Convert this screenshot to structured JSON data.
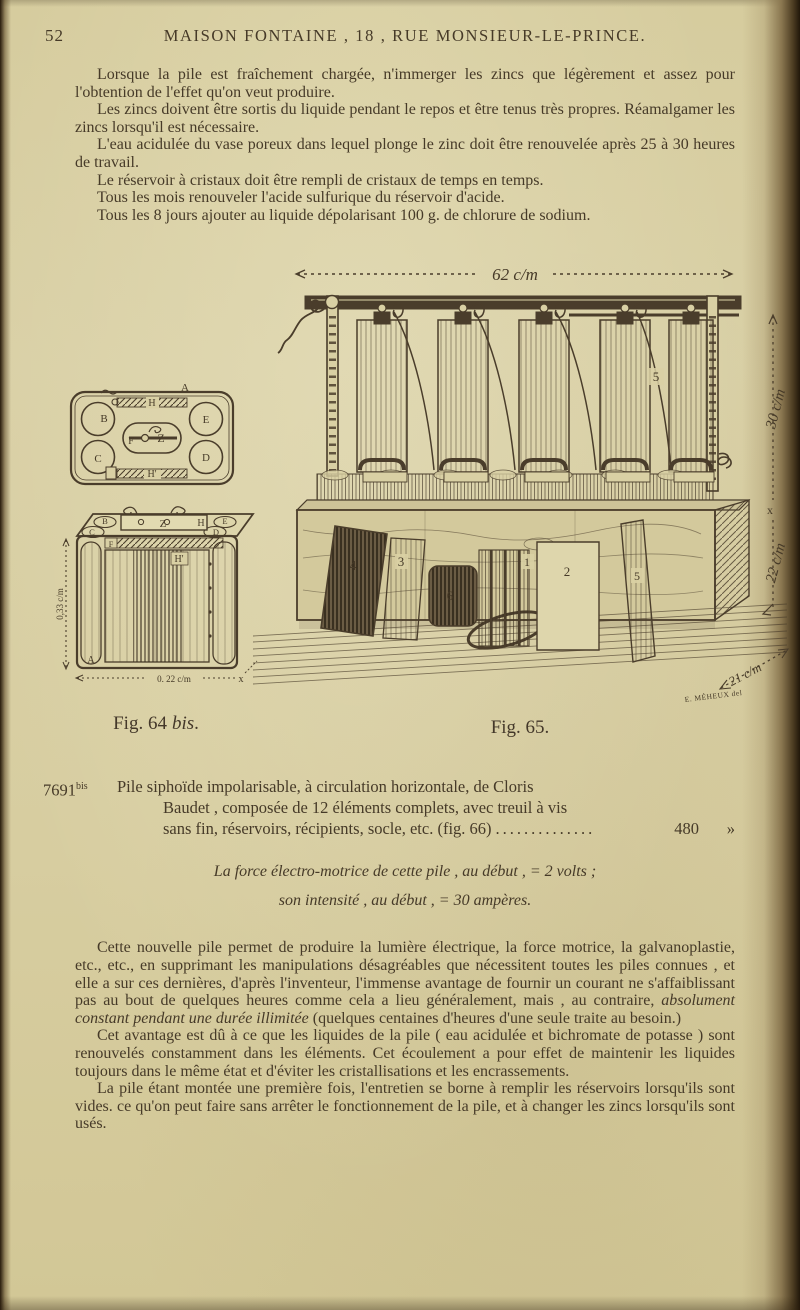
{
  "palette": {
    "paper": "#d9d0a4",
    "ink": "#463a28"
  },
  "header": {
    "page_number": "52",
    "title": "MAISON FONTAINE ,  18 ,  RUE MONSIEUR-LE-PRINCE."
  },
  "intro_paragraphs": [
    "Lorsque la pile est fraîchement chargée, n'immerger les zincs que légèrement et assez pour l'obtention de l'effet qu'on veut produire.",
    "Les zincs doivent être sortis du liquide pendant le repos et être tenus très propres. Réamalgamer les zincs lorsqu'il est nécessaire.",
    "L'eau acidulée du vase poreux dans lequel plonge le zinc doit être renouvelée après 25 à 30 heures de travail.",
    "Le réservoir à cristaux doit être rempli de cristaux de temps en temps.",
    "Tous les mois renouveler l'acide sulfurique du réservoir d'acide.",
    "Tous les 8 jours ajouter au liquide dépolarisant 100 g. de chlorure de sodium."
  ],
  "fig64bis": {
    "caption_prefix": "Fig. 64",
    "caption_italic": "bis",
    "caption_suffix": ".",
    "labels": {
      "a": "A",
      "b": "B",
      "c": "C",
      "d": "D",
      "e": "E",
      "f": "F",
      "z": "Z",
      "h": "H",
      "h2": "H'"
    },
    "dim_height": "0,33 c/m",
    "dim_width": "0. 22 c/m",
    "dim_x_mark": "x"
  },
  "fig65": {
    "caption": "Fig. 65.",
    "dim_width": "62 c/m",
    "dim_height_upper": "30 c/m",
    "dim_x_mark": "x",
    "dim_height_lower": "22 c/m",
    "dim_depth": "21 c/m",
    "plate_number": "5",
    "ground_numbers": [
      "4",
      "3",
      "6",
      "1",
      "2",
      "5"
    ],
    "signature": "E. MÉHEUX del"
  },
  "catalog_item": {
    "number": "7691",
    "number_suffix": "bis",
    "line1": "Pile siphoïde impolarisable, à circulation horizontale, de Cloris",
    "line2": "Baudet , composée de 12 éléments complets, avec treuil à vis",
    "line3": "sans fin, réservoirs, récipients, socle, etc. (fig. 66)",
    "leader_dots": "..............",
    "price": "480",
    "price_unit": "»"
  },
  "formula": {
    "line1": "La force électro-motrice de cette pile , au début , = 2 volts ;",
    "line2": "son intensité ,  au début ,  = 30 ampères."
  },
  "body_paragraphs": {
    "advantages_part1": "Cette nouvelle pile permet de produire la lumière électrique, la force motrice, la galvanoplastie, etc., etc., en supprimant les manipulations désagréables que nécessitent toutes les piles connues , et elle a sur ces dernières, d'après l'inventeur, l'immense avantage de fournir un courant ne s'affaiblissant pas au bout de quelques heures comme cela a lieu généralement, mais , au contraire, ",
    "advantages_italic": "absolument constant pendant une durée illimitée",
    "advantages_part2": " (quelques centaines d'heures d'une seule traite au besoin.)",
    "flow": "Cet avantage est dû à ce que les liquides de la pile ( eau acidulée et bichromate de potasse ) sont renouvelés constamment dans les éléments. Cet écoulement a pour effet de maintenir les liquides toujours dans le même état et d'éviter les cristallisations et les encrassements.",
    "maintenance": "La pile étant montée une première fois, l'entretien se borne à remplir les réservoirs lorsqu'ils sont vides. ce qu'on peut faire sans arrêter le fonctionnement de la pile, et à changer les zincs lorsqu'ils sont usés."
  }
}
